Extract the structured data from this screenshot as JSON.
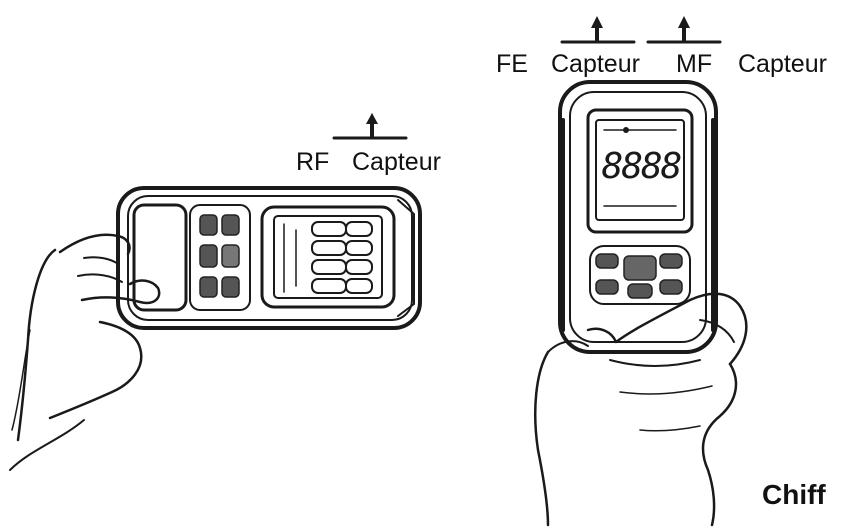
{
  "labels": {
    "rf_prefix": "RF",
    "rf_capteur": "Capteur",
    "fe_prefix": "FE",
    "fe_capteur": "Capteur",
    "mf_prefix": "MF",
    "mf_capteur": "Capteur",
    "caption": "Chiff"
  },
  "meter_display": {
    "digits": "8888"
  },
  "colors": {
    "ink": "#1a1a1a",
    "device_fill": "#d9d9d9",
    "screen_fill": "#cfcfcf",
    "button_fill": "#555555"
  }
}
